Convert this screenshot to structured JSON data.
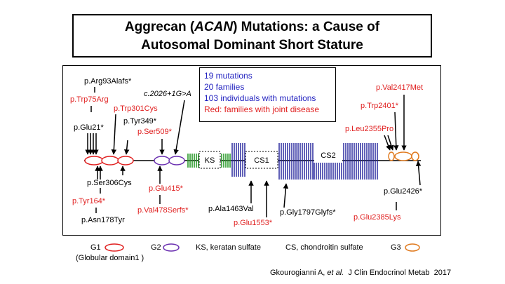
{
  "title": {
    "line1": "Aggrecan (ACAN) Mutations: a Cause of",
    "line2": "Autosomal Dominant Short Stature"
  },
  "info": {
    "mutations": "19 mutations",
    "families": "20 families",
    "individuals": "103 individuals with mutations",
    "joint": "Red: families with joint disease"
  },
  "domains": {
    "ks": "KS",
    "cs1": "CS1",
    "cs2": "CS2"
  },
  "mutations_top": [
    {
      "label": "p.Arg93Alafs*",
      "color": "#000000"
    },
    {
      "label": "p.Trp75Arg",
      "color": "#e02020"
    },
    {
      "label": "p.Glu21*",
      "color": "#000000"
    },
    {
      "label": "p.Trp301Cys",
      "color": "#e02020"
    },
    {
      "label": "p.Tyr349*",
      "color": "#000000"
    },
    {
      "label": "p.Ser509*",
      "color": "#e02020"
    },
    {
      "label": "c.2026+1G>A",
      "color": "#000000"
    },
    {
      "label": "p.Val2417Met",
      "color": "#e02020"
    },
    {
      "label": "p.Trp2401*",
      "color": "#e02020"
    },
    {
      "label": "p.Leu2355Pro",
      "color": "#e02020"
    }
  ],
  "mutations_bottom": [
    {
      "label": "p.Ser306Cys",
      "color": "#000000"
    },
    {
      "label": "p.Tyr164*",
      "color": "#e02020"
    },
    {
      "label": "p.Asn178Tyr",
      "color": "#000000"
    },
    {
      "label": "p.Glu415*",
      "color": "#e02020"
    },
    {
      "label": "p.Val478Serfs*",
      "color": "#e02020"
    },
    {
      "label": "p.Ala1463Val",
      "color": "#000000"
    },
    {
      "label": "p.Glu1553*",
      "color": "#e02020"
    },
    {
      "label": "p.Gly1797Glyfs*",
      "color": "#000000"
    },
    {
      "label": "p.Glu2426*",
      "color": "#000000"
    },
    {
      "label": "p.Glu2385Lys",
      "color": "#e02020"
    }
  ],
  "legend": {
    "g1": "G1",
    "g1_desc": "(Globular domain1 )",
    "g2": "G2",
    "ks": "KS, keratan sulfate",
    "cs": "CS, chondroitin sulfate",
    "g3": "G3"
  },
  "colors": {
    "g1": "#e02020",
    "g2": "#6a2fb0",
    "g3": "#e07a1f",
    "ks": "#2a9a2a",
    "cs": "#1f1f99"
  },
  "citation": {
    "authors": "Gkourogianni A, ",
    "etal": "et al.",
    "journal": "  J Clin Endocrinol Metab  2017"
  }
}
